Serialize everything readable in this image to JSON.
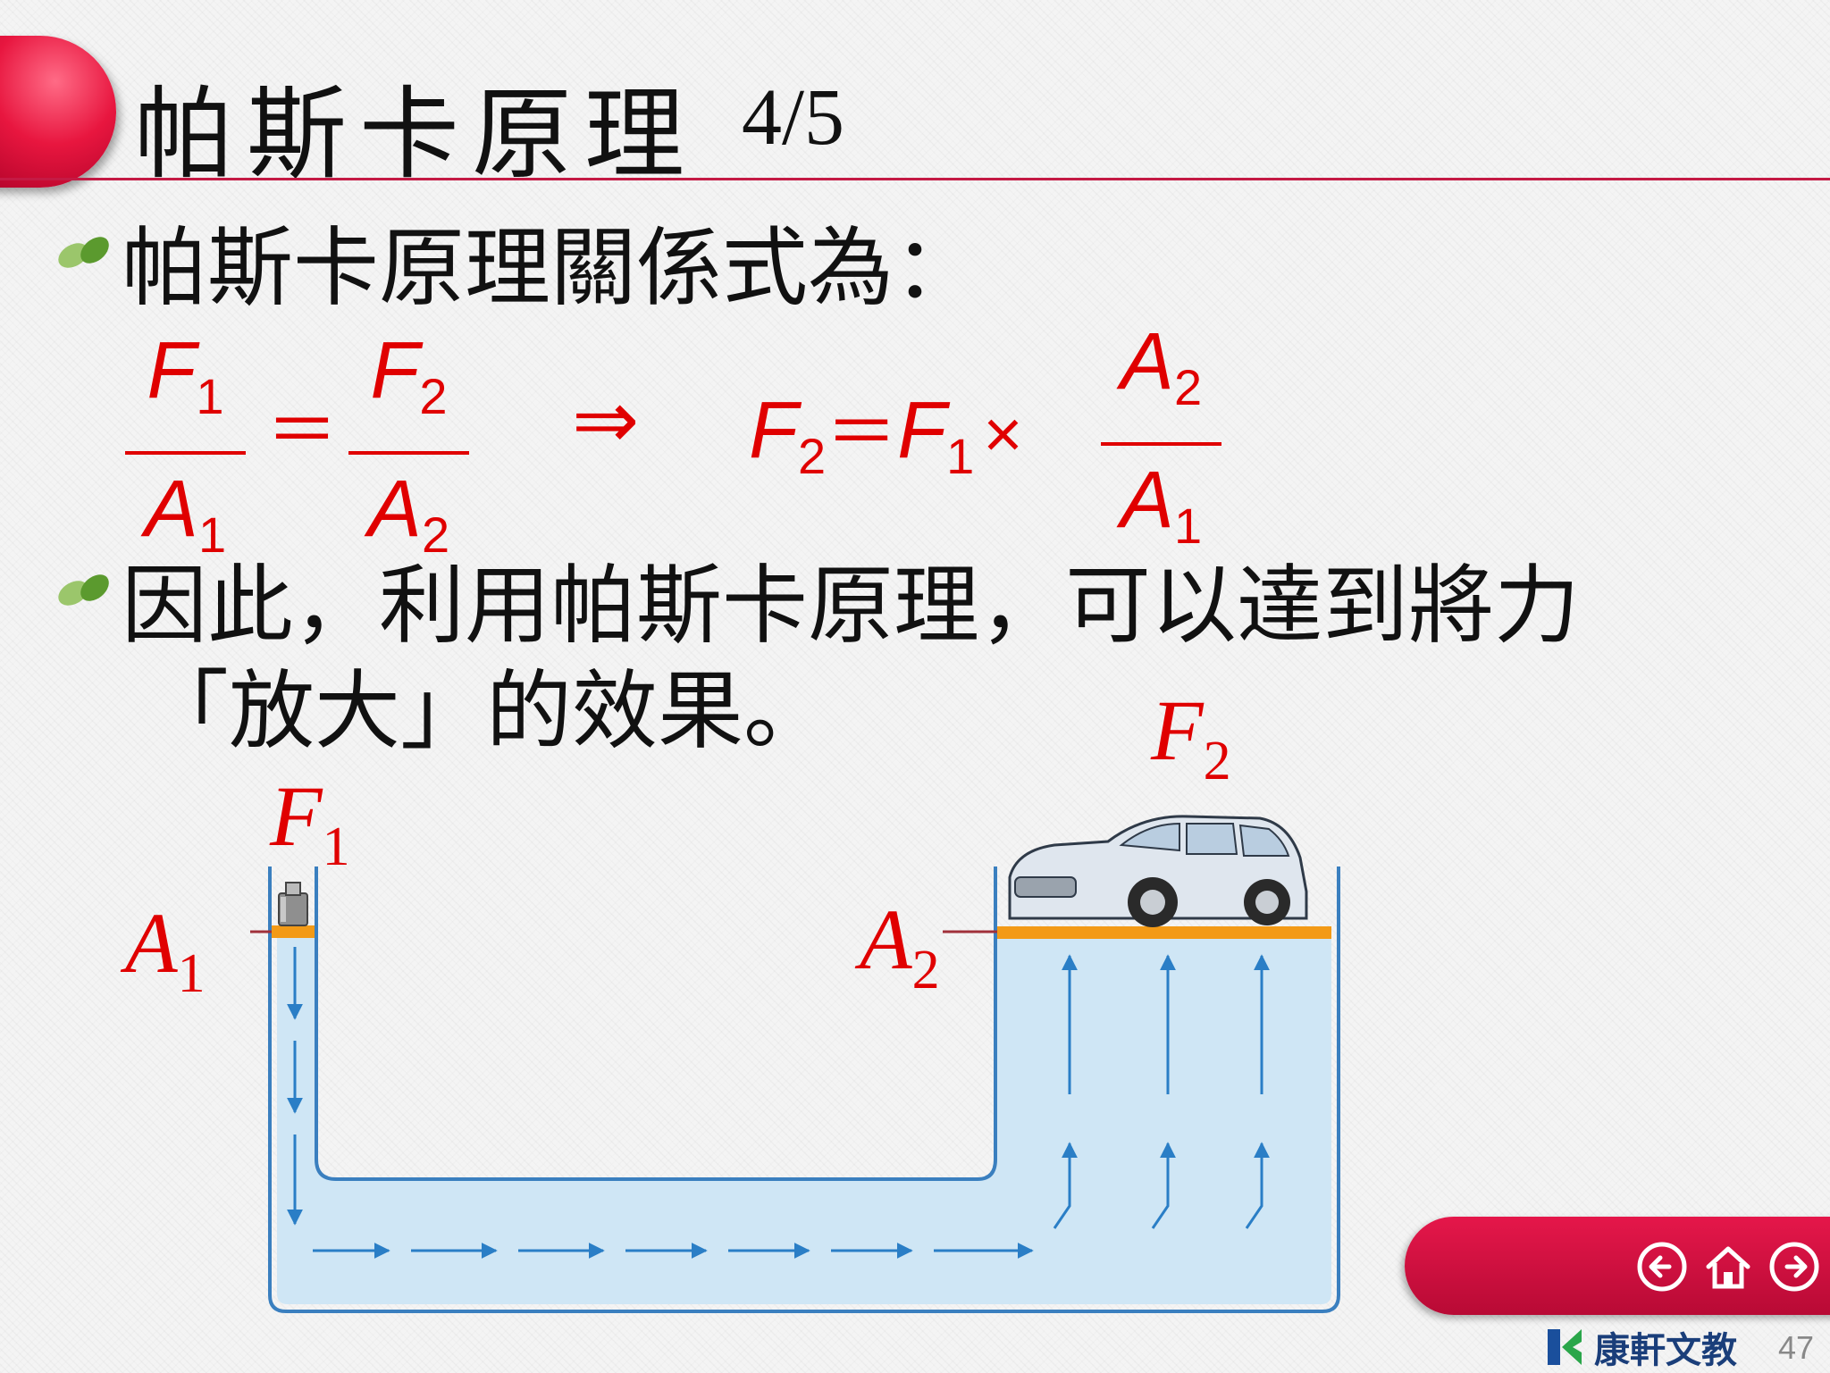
{
  "title": {
    "main": "帕斯卡原理",
    "page": "4/5"
  },
  "bullets": [
    {
      "text": "帕斯卡原理關係式為："
    },
    {
      "line1": "因此，利用帕斯卡原理，可以達到將力",
      "line2": "「放大」的效果。"
    }
  ],
  "formula": {
    "F": "F",
    "A": "A",
    "sub1": "1",
    "sub2": "2",
    "equals": "＝",
    "implies": "⇒",
    "times": "×"
  },
  "diagram": {
    "label_f1": "F",
    "label_f1_sub": "1",
    "label_f2": "F",
    "label_f2_sub": "2",
    "label_a1": "A",
    "label_a1_sub": "1",
    "label_a2": "A",
    "label_a2_sub": "2"
  },
  "footer": {
    "brand": "康軒文教",
    "page_number": "47"
  },
  "colors": {
    "accent": "#e00000",
    "nav": "#d01040",
    "liquid": "#cfe6f5",
    "piston": "#f39a16"
  },
  "icons": [
    "leaf-bullet-icon",
    "back-arrow-icon",
    "home-icon",
    "forward-arrow-icon",
    "brand-logo-icon"
  ]
}
